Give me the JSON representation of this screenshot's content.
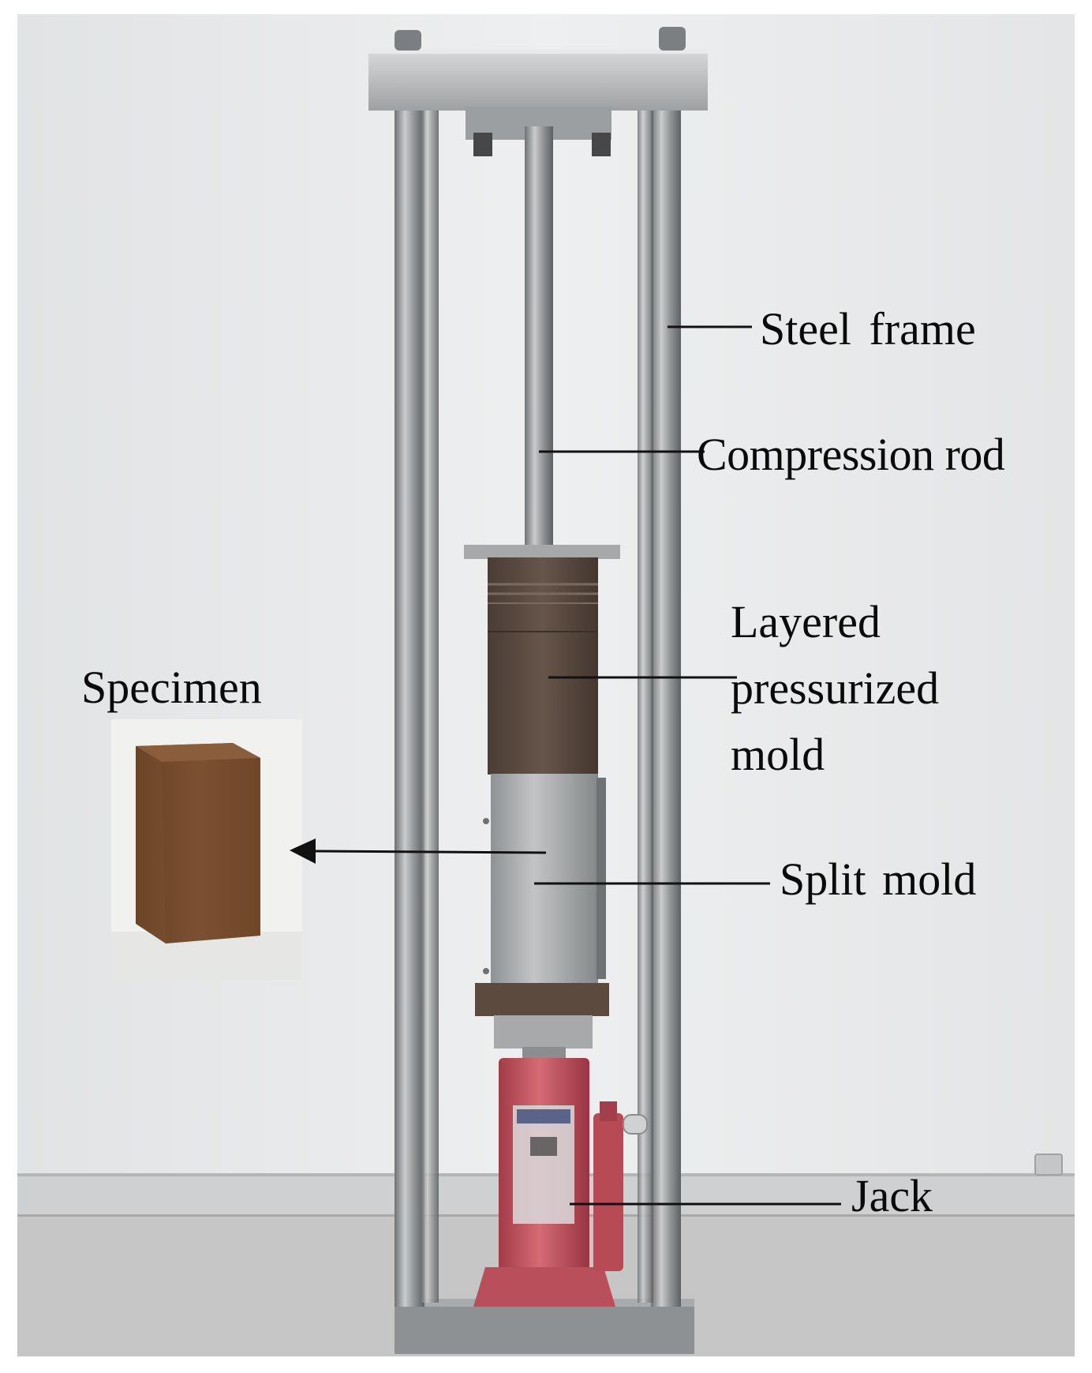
{
  "labels": {
    "steel_frame": "Steel frame",
    "compression_rod": "Compression rod",
    "layered_line1": "Layered",
    "layered_line2": "pressurized",
    "layered_line3": "mold",
    "split_mold": "Split mold",
    "jack": "Jack",
    "specimen": "Specimen"
  },
  "colors": {
    "wall": "#e9eaea",
    "floor": "#c9c9c9",
    "steel": "#a3a6a8",
    "mold_dark": "#5a4a40",
    "jack_red": "#c0505c",
    "specimen_brown": "#7b4f2e",
    "label_text": "#0a0a0a"
  }
}
